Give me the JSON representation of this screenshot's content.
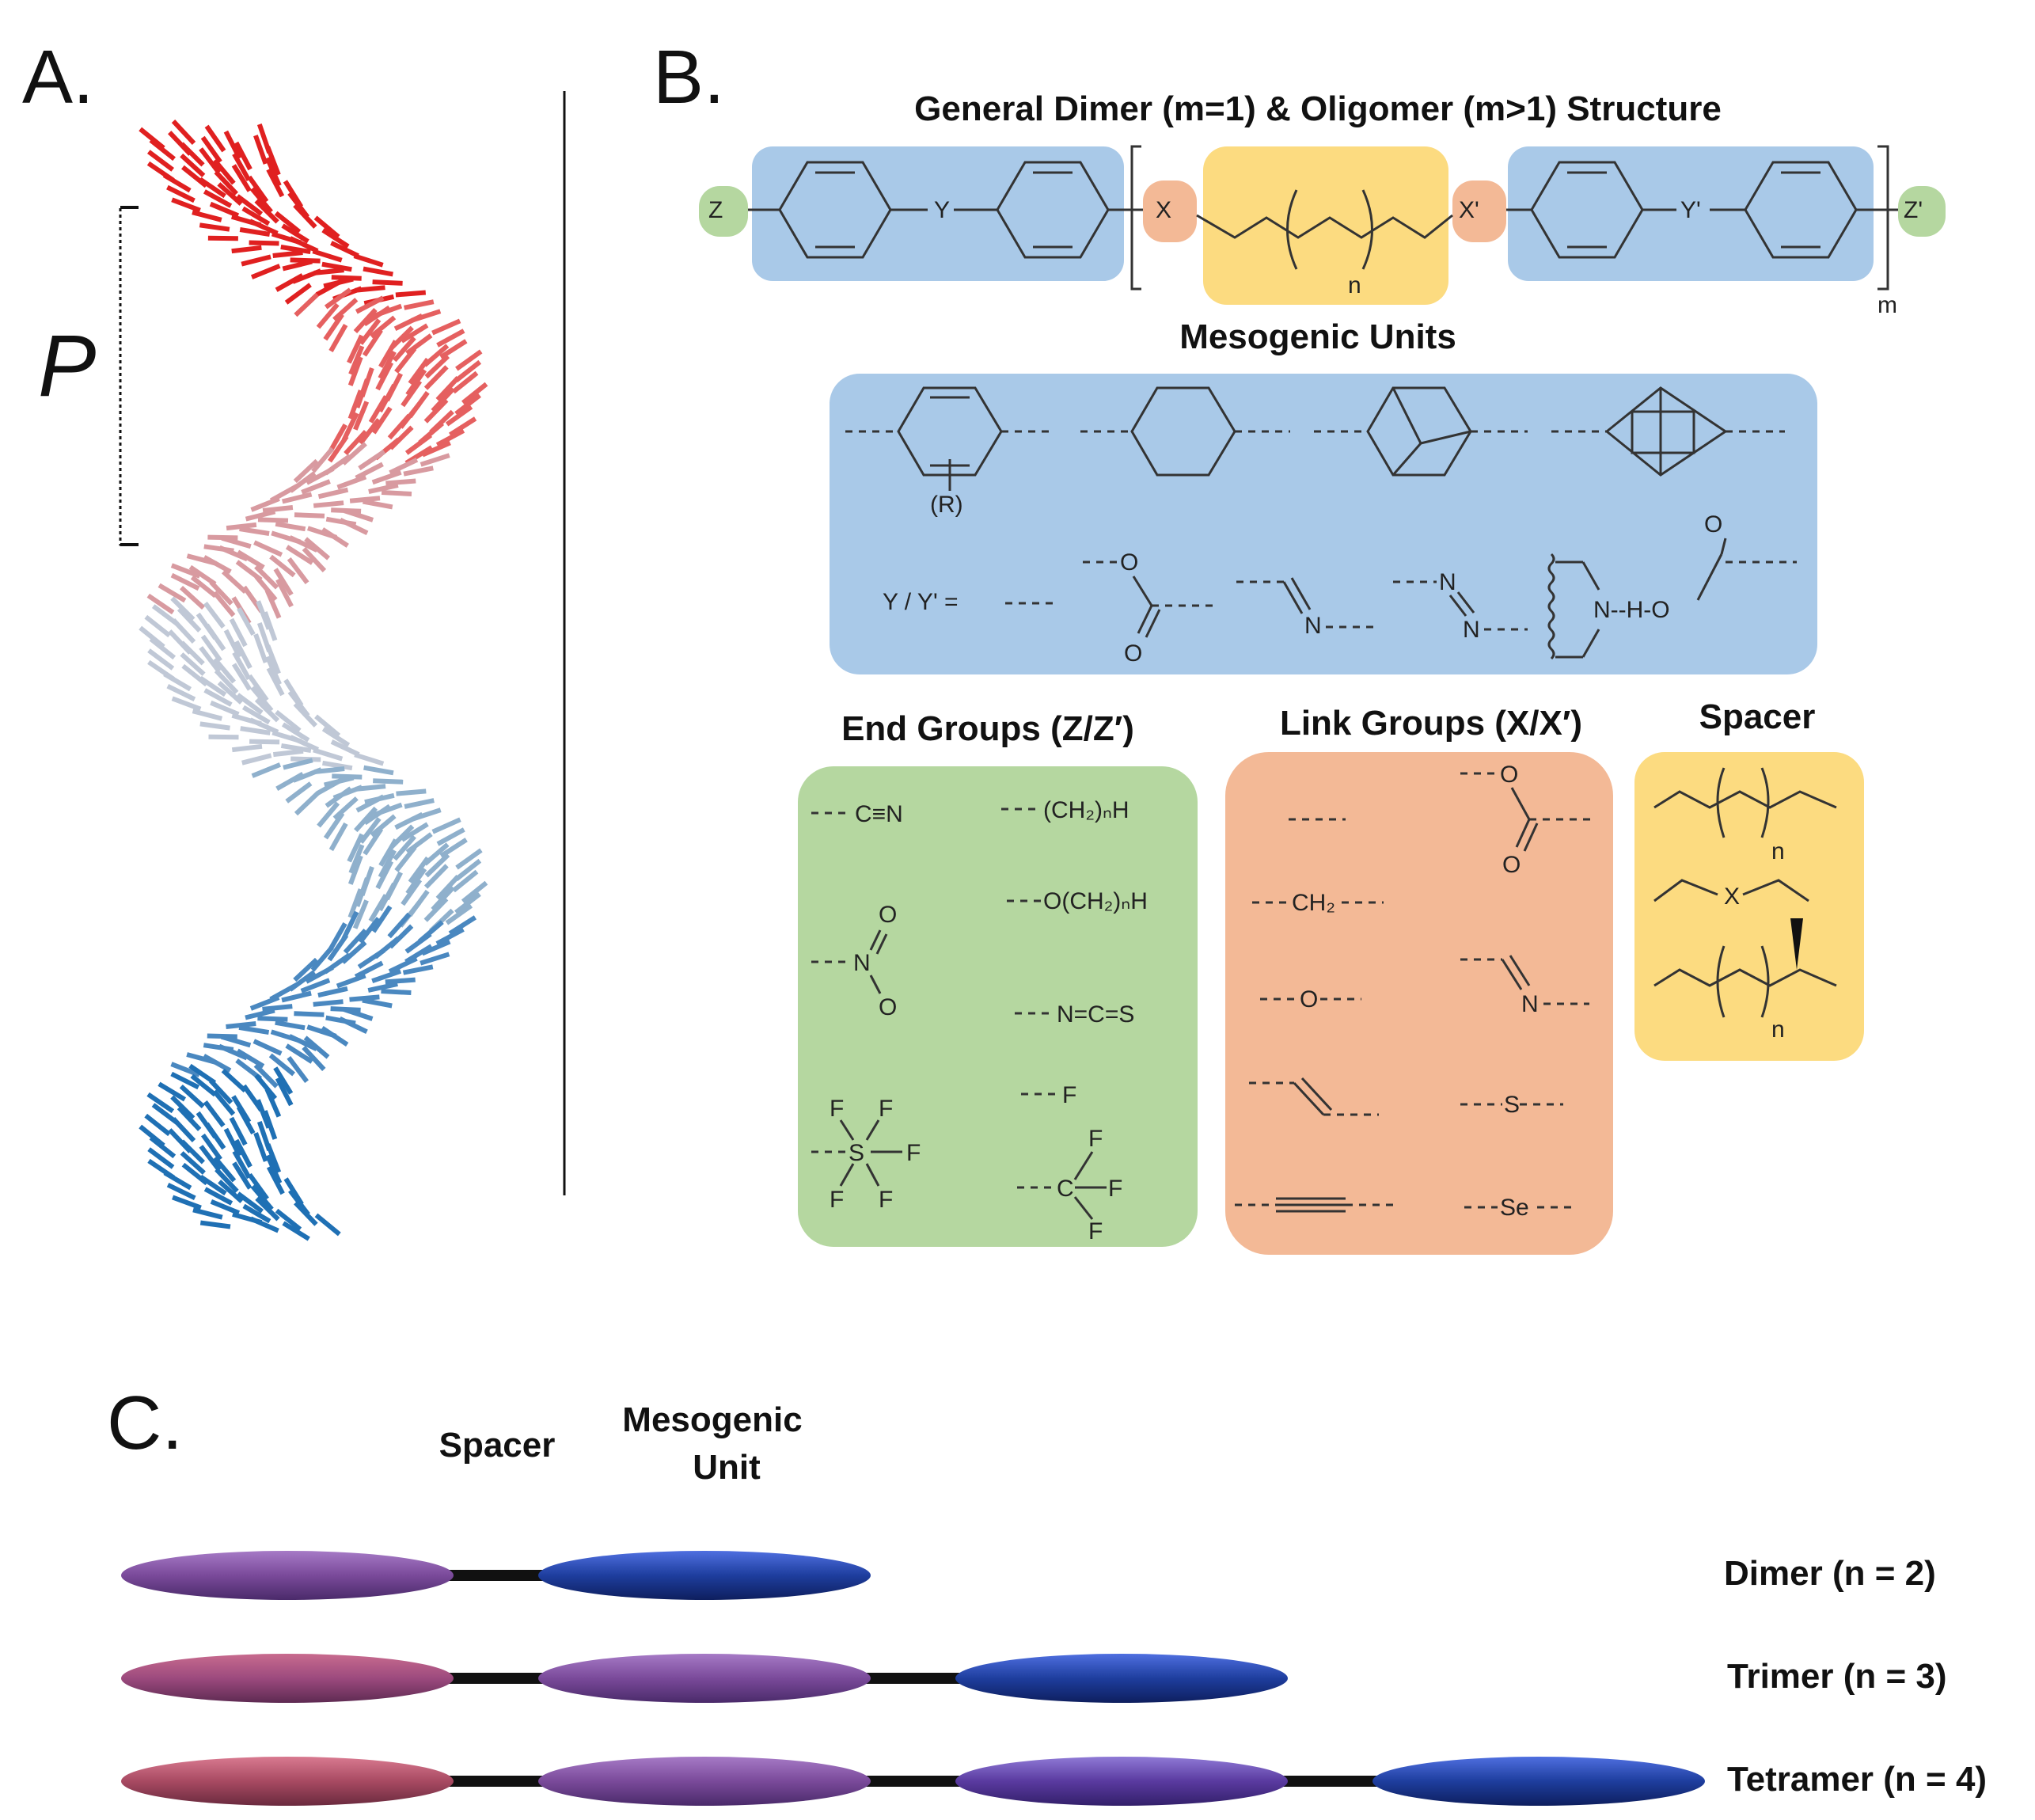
{
  "panels": {
    "a": {
      "letter": "A.",
      "pitch_label": "P"
    },
    "b": {
      "letter": "B.",
      "general_title": "General Dimer (m=1) & Oligomer (m>1) Structure",
      "structure": {
        "z": "Z",
        "y": "Y",
        "x": "X",
        "x_prime": "X'",
        "y_prime": "Y'",
        "z_prime": "Z'",
        "n": "n",
        "m": "m"
      },
      "mesogenic_title": "Mesogenic Units",
      "mesogenic": {
        "r_label": "(R)",
        "yy_label": "Y / Y' =",
        "o_top": "O",
        "o_bottom": "O",
        "n_imine": "N",
        "n_azo_1": "N",
        "n_azo_2": "N",
        "h_bond": "N--H-O",
        "h_bond_o_top": "O",
        "h_bond_o_right": "O"
      },
      "end_groups": {
        "title": "End Groups (Z/Z′)",
        "items": [
          "C≡N",
          "(CH₂)ₙH",
          "N",
          "O",
          "O",
          "O(CH₂)ₙH",
          "N=C=S",
          "F",
          "S",
          "F",
          "F",
          "F",
          "F",
          "F",
          "C",
          "F",
          "F",
          "F"
        ]
      },
      "link_groups": {
        "title": "Link Groups (X/X′)",
        "items": [
          "O",
          "O",
          "CH₂",
          "N",
          "O",
          "S",
          "Se"
        ]
      },
      "spacer": {
        "title": "Spacer",
        "n1": "n",
        "x": "X",
        "n2": "n"
      }
    },
    "c": {
      "letter": "C.",
      "spacer_label": "Spacer",
      "mesogenic_label_1": "Mesogenic",
      "mesogenic_label_2": "Unit",
      "rows": [
        {
          "label": "Dimer (n = 2)",
          "count": 2
        },
        {
          "label": "Trimer (n = 3)",
          "count": 3
        },
        {
          "label": "Tetramer (n = 4)",
          "count": 4
        }
      ],
      "colors": {
        "red_end": "#b34a6a",
        "purple": "#7a4a9a",
        "blue": "#1e3e9e"
      }
    }
  },
  "helix_colors": [
    "#e02020",
    "#e56060",
    "#d89aa0",
    "#c0c8d6",
    "#8fb0cc",
    "#4a88c0",
    "#1f70b4"
  ]
}
